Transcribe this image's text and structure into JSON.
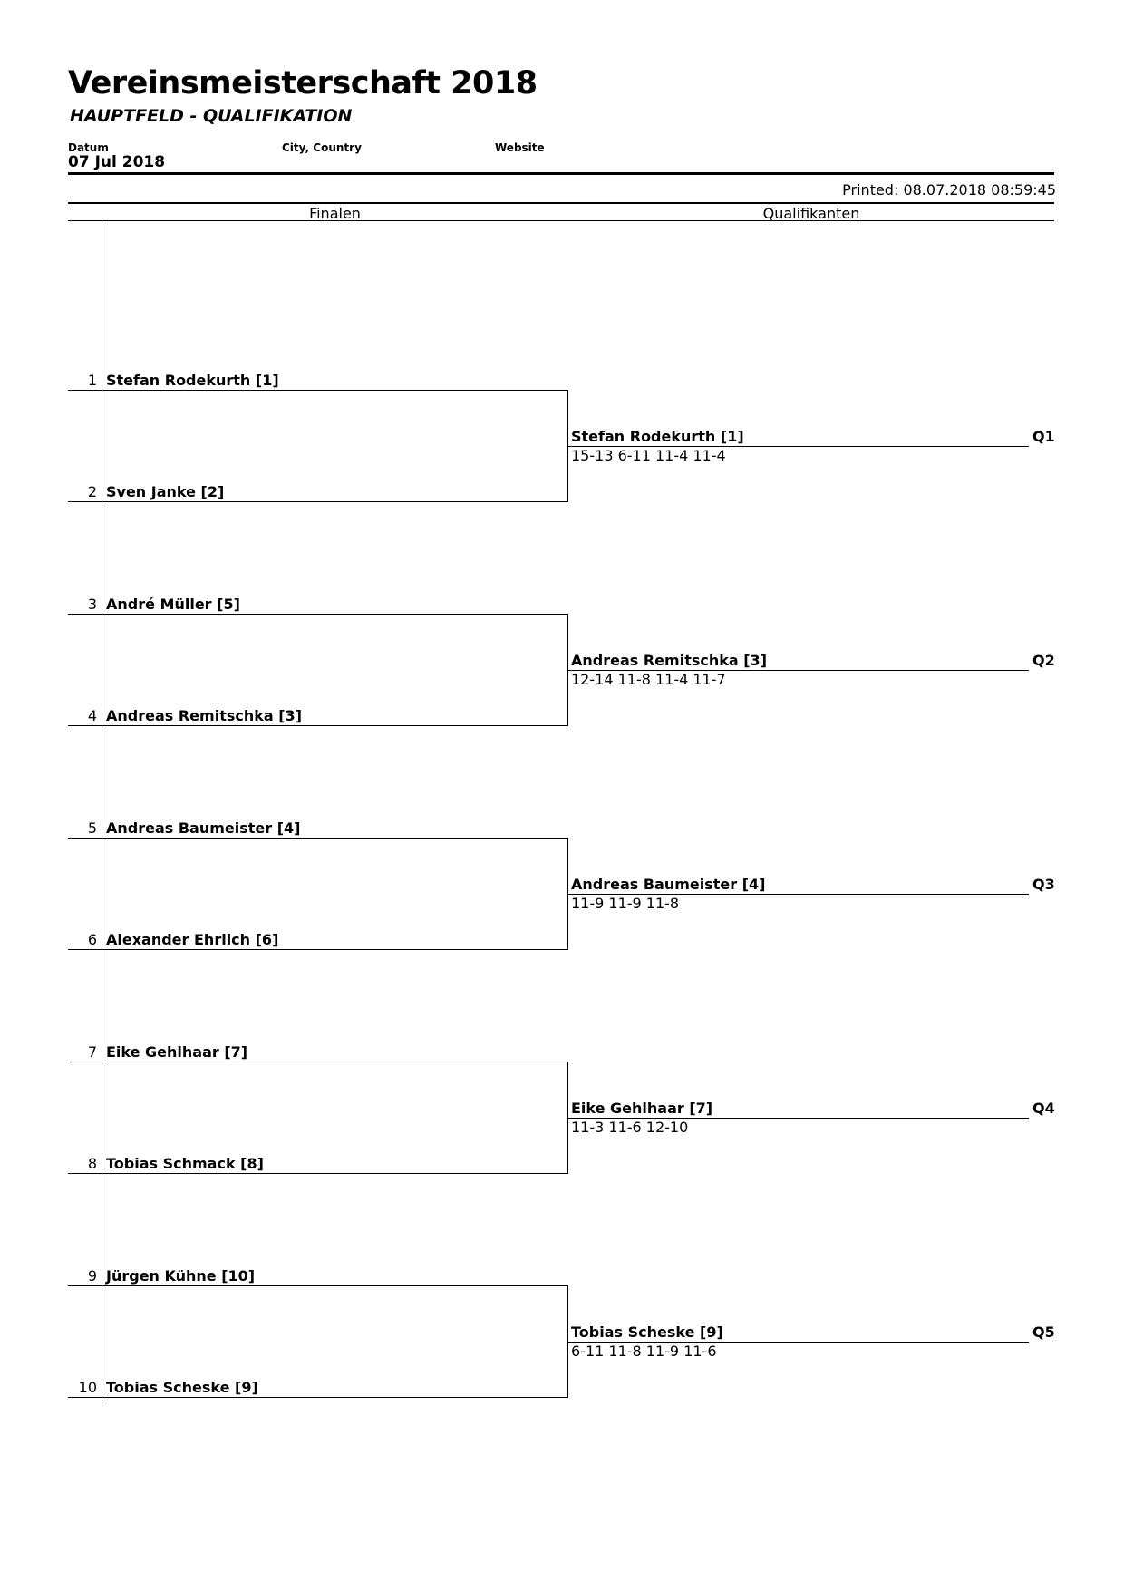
{
  "header": {
    "title": "Vereinsmeisterschaft 2018",
    "subtitle": "HAUPTFELD - QUALIFIKATION",
    "date_label": "Datum",
    "date_value": "07 Jul 2018",
    "location_label": "City, Country",
    "website_label": "Website",
    "printed": "Printed: 08.07.2018 08:59:45"
  },
  "columns": {
    "left": "Finalen",
    "right": "Qualifikanten"
  },
  "slots": [
    {
      "num": "1",
      "name": "Stefan Rodekurth [1]"
    },
    {
      "num": "2",
      "name": "Sven Janke [2]"
    },
    {
      "num": "3",
      "name": "André Müller [5]"
    },
    {
      "num": "4",
      "name": "Andreas Remitschka [3]"
    },
    {
      "num": "5",
      "name": "Andreas Baumeister [4]"
    },
    {
      "num": "6",
      "name": "Alexander Ehrlich [6]"
    },
    {
      "num": "7",
      "name": "Eike Gehlhaar [7]"
    },
    {
      "num": "8",
      "name": "Tobias Schmack [8]"
    },
    {
      "num": "9",
      "name": "Jürgen Kühne [10]"
    },
    {
      "num": "10",
      "name": "Tobias Scheske [9]"
    }
  ],
  "matches": [
    {
      "winner": "Stefan Rodekurth [1]",
      "score": "15-13 6-11 11-4 11-4",
      "q": "Q1"
    },
    {
      "winner": "Andreas Remitschka [3]",
      "score": "12-14 11-8 11-4 11-7",
      "q": "Q2"
    },
    {
      "winner": "Andreas Baumeister [4]",
      "score": "11-9 11-9 11-8",
      "q": "Q3"
    },
    {
      "winner": "Eike Gehlhaar [7]",
      "score": "11-3 11-6 12-10",
      "q": "Q4"
    },
    {
      "winner": "Tobias Scheske [9]",
      "score": "6-11 11-8 11-9 11-6",
      "q": "Q5"
    }
  ]
}
